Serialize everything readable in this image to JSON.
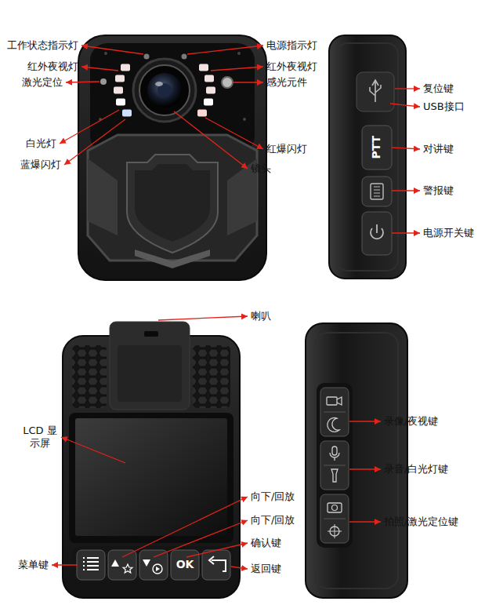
{
  "diagram": {
    "labels": [
      "工作状态指示灯",
      "电源指示灯",
      "红外夜视灯",
      "红外夜视灯",
      "激光定位",
      "感光元件",
      "白光灯",
      "红爆闪灯",
      "蓝爆闪灯",
      "镜头",
      "复位键",
      "USB接口",
      "PTT",
      "对讲键",
      "警报键",
      "电源开关键",
      "喇叭",
      "LCD 显示屏",
      "向下/回放",
      "向下/回放",
      "确认键",
      "OK",
      "菜单键",
      "返回键",
      "录像/夜视键",
      "录音/白光灯键",
      "拍照/激光定位键"
    ]
  }
}
